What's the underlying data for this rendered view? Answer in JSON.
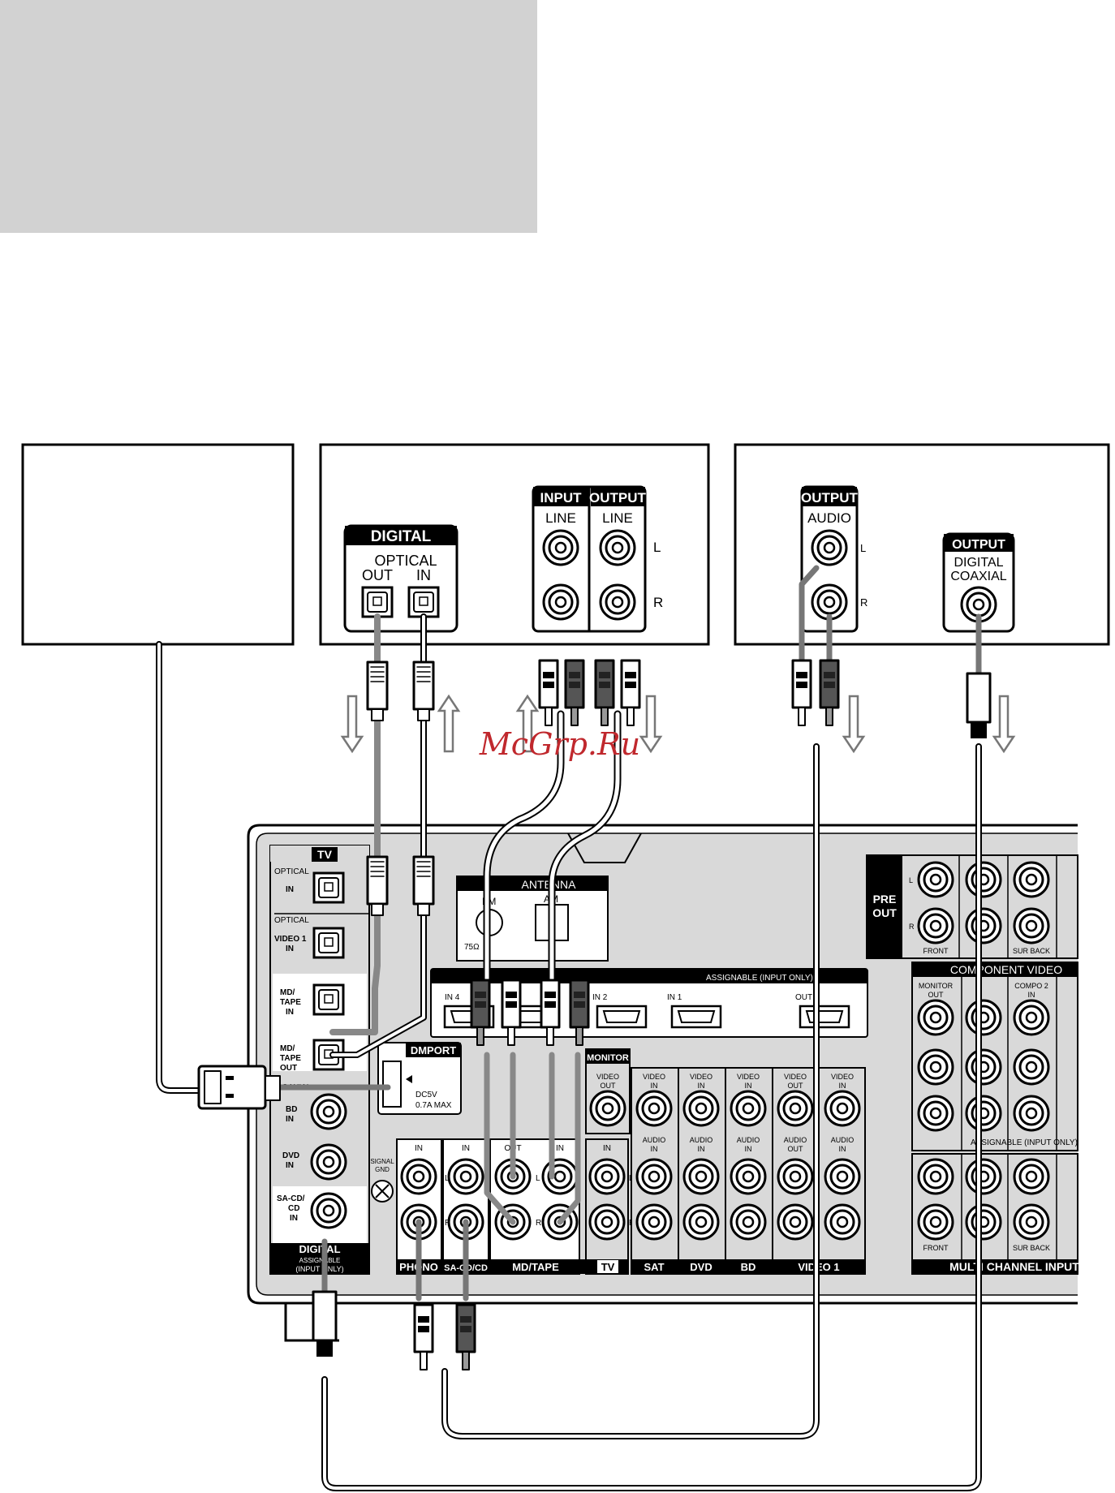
{
  "device_md": {
    "digital_header": "DIGITAL",
    "optical_label": "OPTICAL",
    "out_label": "OUT",
    "in_label": "IN",
    "input_header": "INPUT",
    "output_header": "OUTPUT",
    "line_label_input": "LINE",
    "line_label_output": "LINE",
    "left": "L",
    "right": "R"
  },
  "device_cd": {
    "output_header": "OUTPUT",
    "audio_label": "AUDIO",
    "left": "L",
    "right": "R",
    "digital_output_header": "OUTPUT",
    "digital_label": "DIGITAL",
    "coaxial_label": "COAXIAL"
  },
  "watermark": "McGrp.Ru",
  "receiver": {
    "tv_header": "TV",
    "optical_small": "OPTICAL",
    "optical_in": "IN",
    "optical2_small": "OPTICAL",
    "video1_in": [
      "VIDEO 1",
      "IN"
    ],
    "mdtape_in": [
      "MD/",
      "TAPE",
      "IN"
    ],
    "mdtape_out": [
      "MD/",
      "TAPE",
      "OUT"
    ],
    "coaxial": "COAXIAL",
    "bd_in": [
      "BD",
      "IN"
    ],
    "dvd_in": [
      "DVD",
      "IN"
    ],
    "sacd_in": [
      "SA-CD/",
      "CD",
      "IN"
    ],
    "digital_footer": "DIGITAL",
    "assignable_footer": "ASSIGNABLE",
    "input_only_footer": "(INPUT ONLY)",
    "dmport": "DMPORT",
    "dmport_spec1": "DC5V",
    "dmport_spec2": "0.7A  MAX",
    "antenna": "ANTENNA",
    "fm": "FM",
    "am": "AM",
    "ohm": "75Ω",
    "hdmi_assignable": "ASSIGNABLE (INPUT ONLY)",
    "hdmi_in4": "IN 4",
    "hdmi_in2": "IN 2",
    "hdmi_in1": "IN 1",
    "hdmi_out": "OUT",
    "monitor": "MONITOR",
    "signal_gnd": [
      "SIGNAL",
      "GND"
    ],
    "phono": "PHONO",
    "sacd": "SA-CD/CD",
    "md_tape": "MD/TAPE",
    "tv": "TV",
    "sat": "SAT",
    "dvd": "DVD",
    "bd": "BD",
    "video1": "VIDEO 1",
    "pre_out": [
      "PRE",
      "OUT"
    ],
    "front": "FRONT",
    "sur_back": "SUR BACK",
    "component_video": "COMPONENT VIDEO",
    "monitor_out": [
      "MONITOR",
      "OUT"
    ],
    "compo2_in": [
      "COMPO 2",
      "IN"
    ],
    "assignable_input_only": "ASSIGNABLE (INPUT ONLY)",
    "multi_channel_input": "MULTI CHANNEL INPUT",
    "video_in": [
      "VIDEO",
      "IN"
    ],
    "video_out": [
      "VIDEO",
      "OUT"
    ],
    "audio_in": [
      "AUDIO",
      "IN"
    ],
    "audio_out": [
      "AUDIO",
      "OUT"
    ],
    "in": "IN",
    "out": "OUT",
    "l": "L",
    "r": "R"
  }
}
